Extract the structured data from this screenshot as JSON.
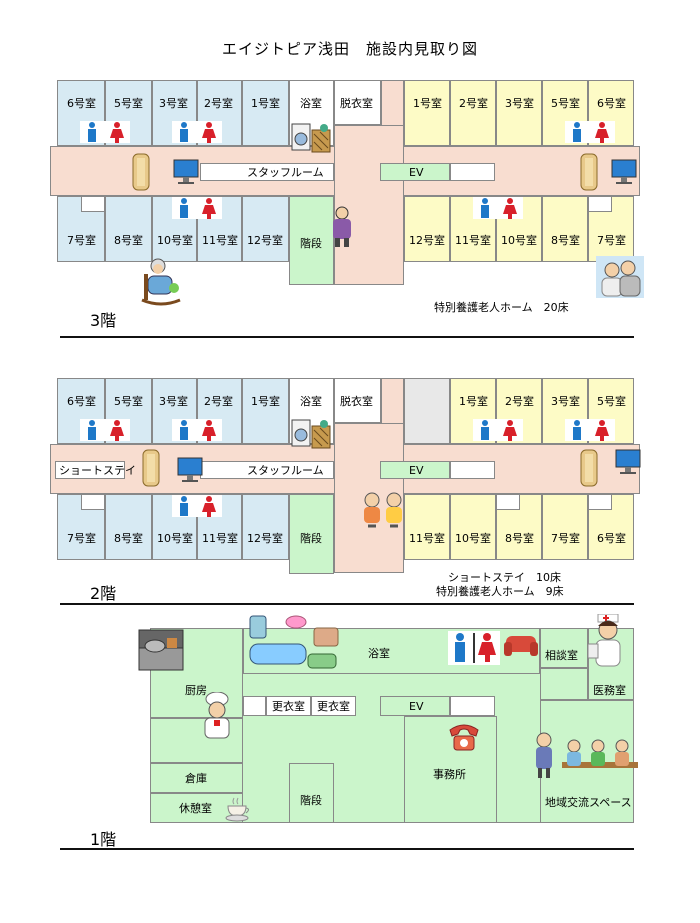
{
  "title": "エイジトピア浅田　施設内見取り図",
  "floor3": {
    "label": "3階",
    "rooms_left_top": [
      "6号室",
      "5号室",
      "3号室",
      "2号室",
      "1号室"
    ],
    "bath": "浴室",
    "dressing": "脱衣室",
    "rooms_right_top": [
      "1号室",
      "2号室",
      "3号室",
      "5号室",
      "6号室"
    ],
    "staff": "スタッフルーム",
    "ev": "EV",
    "stairs": "階段",
    "rooms_left_bottom": [
      "7号室",
      "8号室",
      "10号室",
      "11号室",
      "12号室"
    ],
    "rooms_right_bottom": [
      "12号室",
      "11号室",
      "10号室",
      "8号室",
      "7号室"
    ],
    "note": "特別養護老人ホーム　20床"
  },
  "floor2": {
    "label": "2階",
    "rooms_left_top": [
      "6号室",
      "5号室",
      "3号室",
      "2号室",
      "1号室"
    ],
    "bath": "浴室",
    "dressing": "脱衣室",
    "rooms_right_top": [
      "1号室",
      "2号室",
      "3号室",
      "5号室"
    ],
    "shortstay_sign": "ショートステイ",
    "staff": "スタッフルーム",
    "ev": "EV",
    "stairs": "階段",
    "rooms_left_bottom": [
      "7号室",
      "8号室",
      "10号室",
      "11号室",
      "12号室"
    ],
    "rooms_right_bottom": [
      "11号室",
      "10号室",
      "8号室",
      "7号室",
      "6号室"
    ],
    "note1": "ショートステイ　10床",
    "note2": "特別養護老人ホーム　9床"
  },
  "floor1": {
    "label": "1階",
    "kitchen": "厨房",
    "bath": "浴室",
    "consult": "相談室",
    "medical": "医務室",
    "locker1": "更衣室",
    "locker2": "更衣室",
    "ev": "EV",
    "office": "事務所",
    "storage": "倉庫",
    "stairs": "階段",
    "rest": "休憩室",
    "community": "地域交流スペース"
  },
  "colors": {
    "blue_room": "#d7eaf3",
    "yellow_room": "#fdfbc6",
    "green_room": "#cbf5cb",
    "corridor": "#f8ddd0",
    "male_icon": "#1e78c8",
    "female_icon": "#d8202a"
  }
}
